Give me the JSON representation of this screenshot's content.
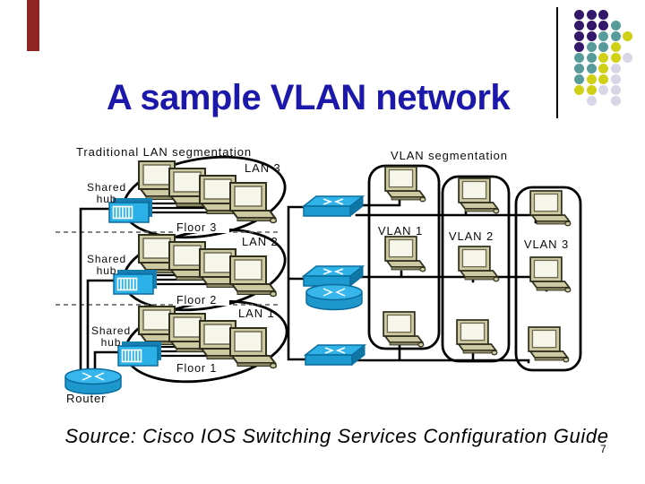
{
  "slide": {
    "title": "A sample VLAN network",
    "source_line": "Source: Cisco IOS Switching Services Configuration Guide",
    "page_number": "7"
  },
  "decor": {
    "accent_bar_color": "#8e2424",
    "separator_line_color": "#000000",
    "dot_colors": {
      "P": "#33186b",
      "T": "#579b9b",
      "Y": "#d0d016",
      "G": "#d6d6e6"
    },
    "dot_grid": [
      "PPP--",
      "PPPT-",
      "PPTTY",
      "PTTY-",
      "TTYYG",
      "TTYG-",
      "TYYG-",
      "YYGG-",
      "-G-G-"
    ]
  },
  "diagram": {
    "left_title": "Traditional LAN segmentation",
    "right_title": "VLAN segmentation",
    "hub_label": [
      "Shared",
      "hub"
    ],
    "router_label": "Router",
    "floors": [
      "Floor 3",
      "Floor 2",
      "Floor 1"
    ],
    "lans": [
      "LAN 3",
      "LAN 2",
      "LAN 1"
    ],
    "vlans": [
      "VLAN 1",
      "VLAN 2",
      "VLAN 3"
    ],
    "device_colors": {
      "cyan_light": "#36b6ea",
      "cyan_main": "#2bb0e7",
      "cyan_dark": "#1d9ad0",
      "cyan_shadow": "#0f76a6",
      "pc_body": "#cdc9a3",
      "pc_shade": "#8b8868",
      "pc_screen": "#f7f6ea"
    },
    "title_color": "#1c18aa"
  }
}
